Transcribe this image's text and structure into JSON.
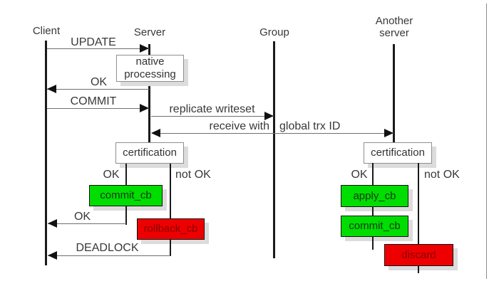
{
  "colors": {
    "success_green": "#00dd00",
    "failure_red": "#ee0000",
    "lifeline_black": "#1a1a1a",
    "arrow_gray": "#6f6f6f",
    "box_shadow_gray": "#dcdcdc",
    "text_gray": "#383838"
  },
  "actors": {
    "client": "Client",
    "server": "Server",
    "group": "Group",
    "another_server": "Another server"
  },
  "messages": {
    "update": "UPDATE",
    "ok_reply": "OK",
    "commit": "COMMIT",
    "replicate_writeset": "replicate writeset",
    "receive_with": "receive with",
    "global_trx_id": "global trx ID",
    "ok_result": "OK",
    "deadlock": "DEADLOCK"
  },
  "server_flow": {
    "native_processing": "native processing",
    "certification": "certification",
    "ok": "OK",
    "not_ok": "not OK",
    "commit_cb": "commit_cb",
    "rollback_cb": "rollback_cb"
  },
  "replica_flow": {
    "certification": "certification",
    "ok": "OK",
    "not_ok": "not OK",
    "apply_cb": "apply_cb",
    "commit_cb": "commit_cb",
    "discard": "discard"
  }
}
